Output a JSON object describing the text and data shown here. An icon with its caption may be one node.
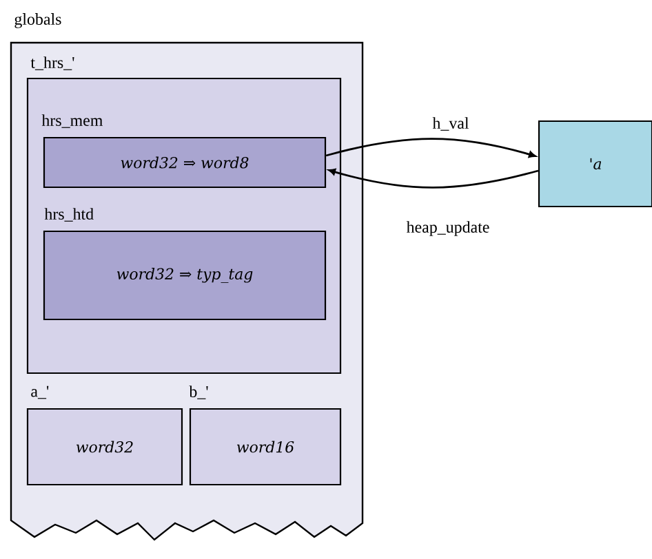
{
  "diagram": {
    "nodes": [
      {
        "text": [
          "globals"
        ]
      },
      {
        "text": [
          "t_hrs_'"
        ],
        "in": 0
      },
      {
        "text": [
          "hrs_mem",
          "word32 ⇒ word8"
        ],
        "in": 1
      },
      {
        "text": [
          "hrs_htd",
          "word32 ⇒ typ_tag"
        ],
        "in": 1
      },
      {
        "text": [
          "a_'",
          "word32"
        ],
        "in": 0
      },
      {
        "text": [
          "b_'",
          "word16"
        ],
        "in": 0
      },
      {
        "text": [
          "'a"
        ]
      }
    ],
    "edges": [
      {
        "from": 2,
        "to": 6,
        "arrow": "to",
        "label": "h_val"
      },
      {
        "from": 6,
        "to": 2,
        "arrow": "to",
        "label": "heap_update"
      }
    ]
  }
}
